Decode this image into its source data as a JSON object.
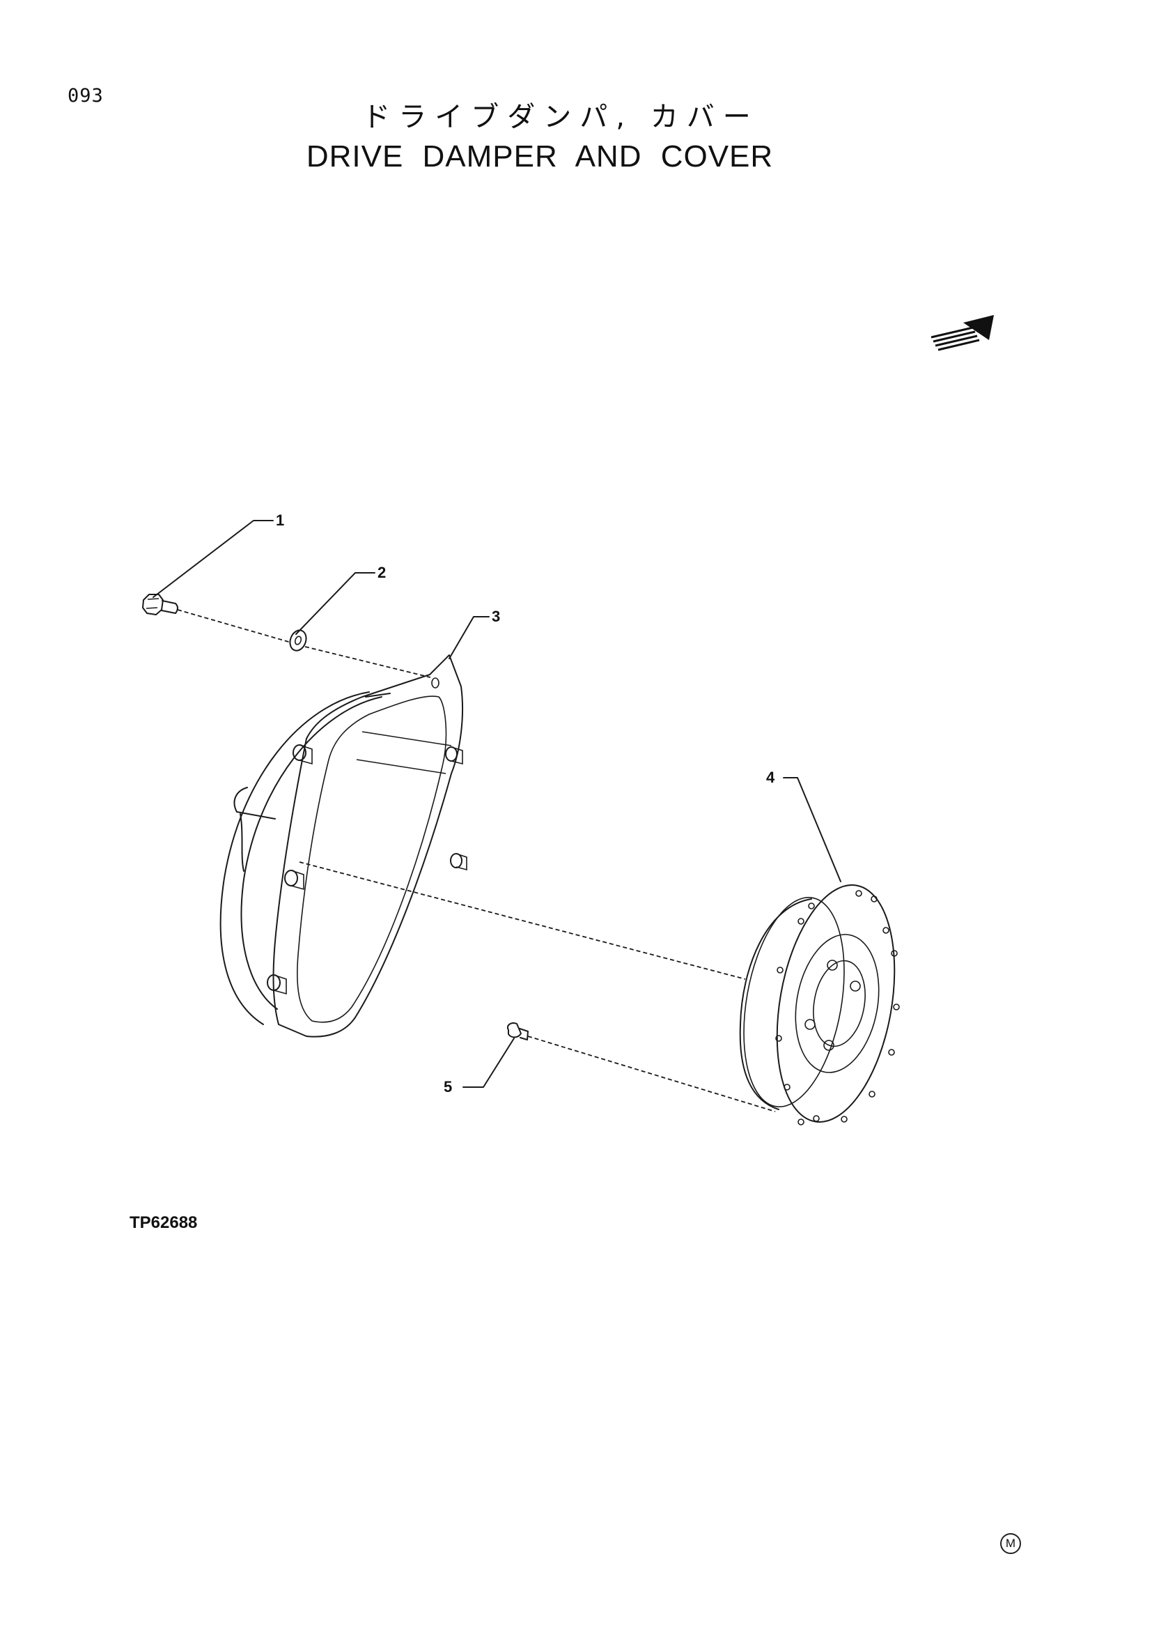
{
  "page_number": "093",
  "title_jp": "ドライブダンパ, カバー",
  "title_en": "DRIVE DAMPER AND COVER",
  "figure_code": "TP62688",
  "corner_mark": "M",
  "callouts": [
    "1",
    "2",
    "3",
    "4",
    "5"
  ],
  "icons": {
    "direction_arrow": "front-direction-arrow-icon"
  }
}
